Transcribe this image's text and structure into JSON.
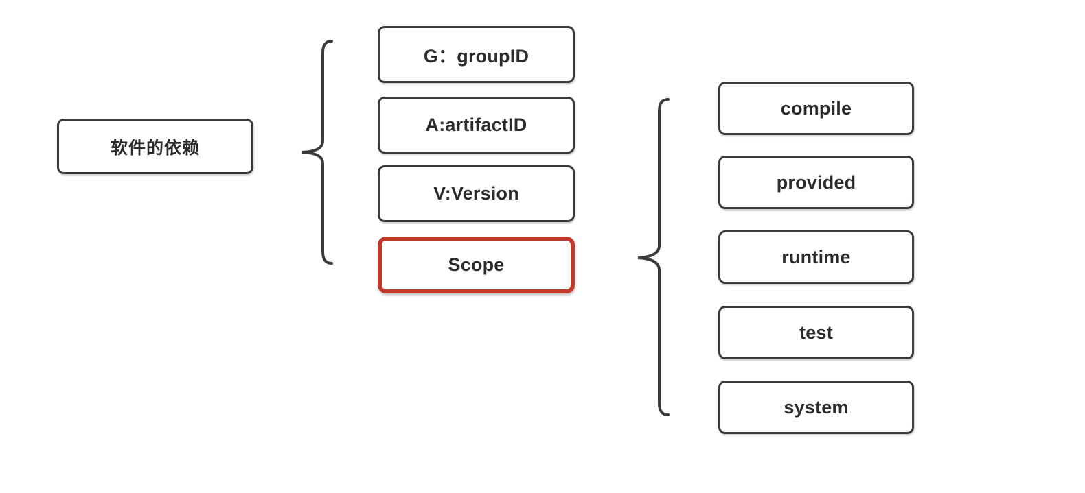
{
  "diagram": {
    "title": "Maven dependency coordinates and scopes",
    "background_color": "#ffffff",
    "box_border_color": "#3a3a3a",
    "highlight_color": "#c0392b",
    "text_color": "#2b2b2b"
  },
  "root": {
    "label": "软件的依赖"
  },
  "coordinates": {
    "brace_name": "coordinates-brace",
    "items": [
      {
        "label": "G：groupID",
        "highlighted": false
      },
      {
        "label": "A:artifactID",
        "highlighted": false
      },
      {
        "label": "V:Version",
        "highlighted": false
      },
      {
        "label": "Scope",
        "highlighted": true
      }
    ]
  },
  "scopes": {
    "brace_name": "scopes-brace",
    "items": [
      {
        "label": "compile"
      },
      {
        "label": "provided"
      },
      {
        "label": "runtime"
      },
      {
        "label": "test"
      },
      {
        "label": "system"
      }
    ]
  },
  "chart_data": {
    "type": "diagram",
    "nodes": [
      {
        "id": "root",
        "label": "软件的依赖",
        "column": 0
      },
      {
        "id": "g",
        "label": "G：groupID",
        "column": 1
      },
      {
        "id": "a",
        "label": "A:artifactID",
        "column": 1
      },
      {
        "id": "v",
        "label": "V:Version",
        "column": 1
      },
      {
        "id": "scope",
        "label": "Scope",
        "column": 1,
        "highlighted": true
      },
      {
        "id": "compile",
        "label": "compile",
        "column": 2
      },
      {
        "id": "provided",
        "label": "provided",
        "column": 2
      },
      {
        "id": "runtime",
        "label": "runtime",
        "column": 2
      },
      {
        "id": "test",
        "label": "test",
        "column": 2
      },
      {
        "id": "system",
        "label": "system",
        "column": 2
      }
    ],
    "groupings": [
      {
        "from": "root",
        "to": [
          "g",
          "a",
          "v",
          "scope"
        ],
        "connector": "curly-brace"
      },
      {
        "from": "scope",
        "to": [
          "compile",
          "provided",
          "runtime",
          "test",
          "system"
        ],
        "connector": "curly-brace"
      }
    ]
  }
}
